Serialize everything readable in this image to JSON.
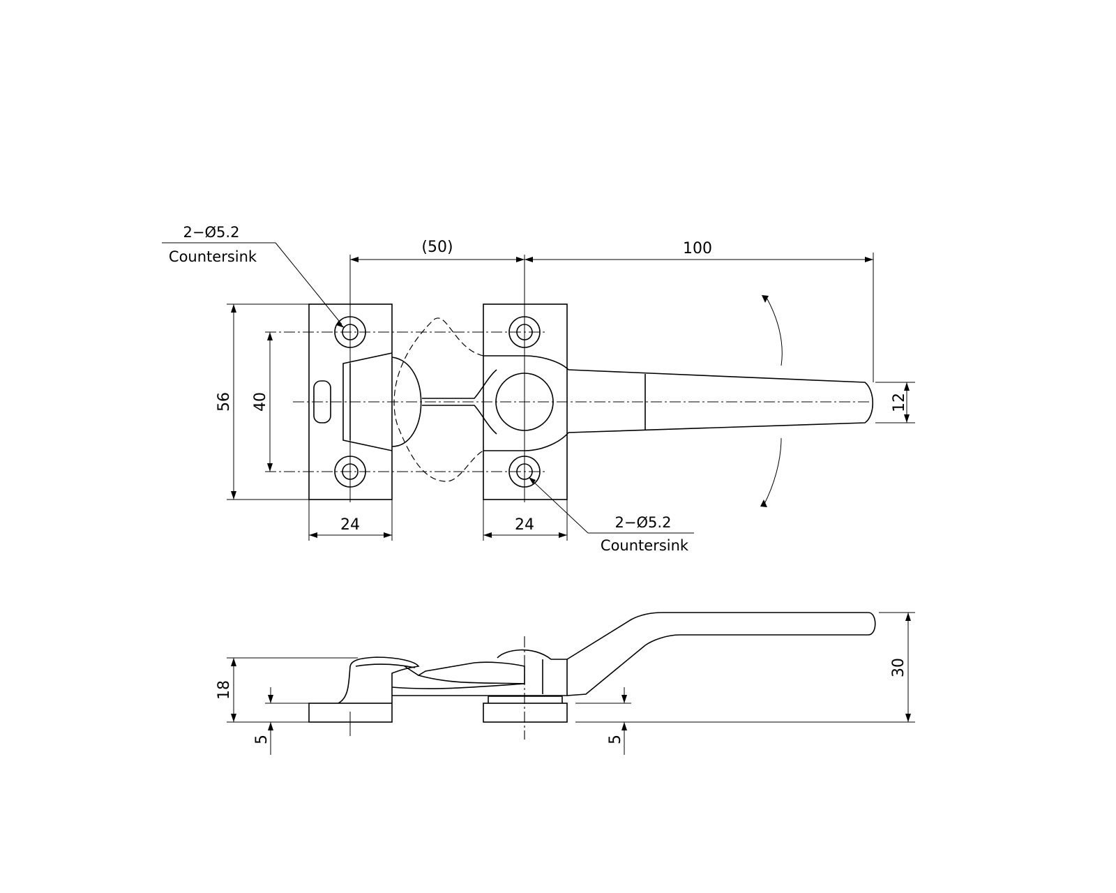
{
  "top_view": {
    "dims": {
      "span_ref": "(50)",
      "lever_length": "100",
      "height_outer": "56",
      "height_holes": "40",
      "base_left_width": "24",
      "base_right_width": "24",
      "lever_tip_width": "12"
    },
    "callouts": {
      "left": {
        "line1": "2−Ø5.2",
        "line2": "Countersink"
      },
      "right": {
        "line1": "2−Ø5.2",
        "line2": "Countersink"
      }
    }
  },
  "side_view": {
    "dims": {
      "base_height": "18",
      "lever_height": "30",
      "plate_left": "5",
      "plate_right": "5"
    }
  }
}
